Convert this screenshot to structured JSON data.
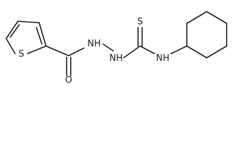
{
  "molecule": {
    "atoms": {
      "thiophene_s": "S",
      "carbonyl_o": "O",
      "hydrazide_nh1": "NH",
      "hydrazide_nh2": "NH",
      "thiocarbonyl_s": "S",
      "amine_nh": "NH"
    },
    "colors": {
      "bond": "#1a1a1a",
      "label": "#1a1a1a",
      "background": "#ffffff"
    }
  }
}
